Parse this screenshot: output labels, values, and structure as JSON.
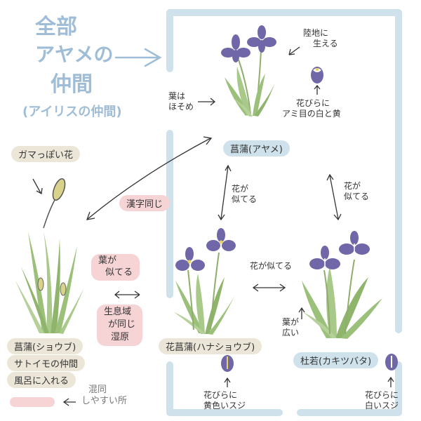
{
  "title": {
    "line1": "全部",
    "line2": "アヤメの",
    "line3": "仲間",
    "line4": "(アイリスの仲間)"
  },
  "plants": {
    "ayame": {
      "name": "菖蒲(アヤメ)",
      "habitat": [
        "陸地に",
        "生える"
      ],
      "petal_note": [
        "花びらに",
        "アミ目の白と黄"
      ],
      "leaf_note": [
        "葉は",
        "ほそめ"
      ]
    },
    "hanashoubu": {
      "name": "花菖蒲(ハナショウブ)",
      "petal_note": [
        "花びらに",
        "黄色いスジ"
      ]
    },
    "kakitsubata": {
      "name": "杜若(カキツバタ)",
      "leaf_note": [
        "葉が",
        "広い"
      ],
      "petal_note": [
        "花びらに",
        "白いスジ"
      ]
    },
    "shoubu": {
      "name": "菖蒲(ショウブ)",
      "flower_label": "ガマっぽい花",
      "family": "サトイモの仲間",
      "use": "風呂に入れる"
    }
  },
  "relations": {
    "same_kanji": "漢字同じ",
    "flower_similar_a": [
      "花が",
      "似てる"
    ],
    "flower_similar_b": [
      "花が",
      "似てる"
    ],
    "flower_similar_c": "花が似てる",
    "leaf_similar": [
      "葉が",
      "似てる"
    ],
    "habitat_same": [
      "生息域",
      "が同じ",
      "湿原"
    ]
  },
  "legend": {
    "text": [
      "混同",
      "しやすい所"
    ]
  },
  "colors": {
    "title": "#9fbdd6",
    "frame": "#cfe2ec",
    "pink": "#f6d3d5",
    "beige": "#ebe6d8",
    "leaf": "#9bc07a",
    "flower": "#6f67a8",
    "cattail": "#d9d28a"
  }
}
